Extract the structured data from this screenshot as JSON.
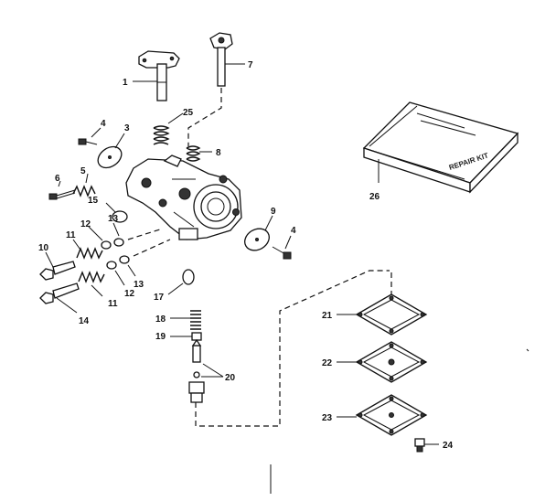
{
  "parts": {
    "p1": "1",
    "p3": "3",
    "p4a": "4",
    "p4b": "4",
    "p5": "5",
    "p6": "6",
    "p7": "7",
    "p8": "8",
    "p9": "9",
    "p10": "10",
    "p11a": "11",
    "p11b": "11",
    "p12a": "12",
    "p12b": "12",
    "p13a": "13",
    "p13b": "13",
    "p14": "14",
    "p15": "15",
    "p17": "17",
    "p18": "18",
    "p19": "19",
    "p20": "20",
    "p21": "21",
    "p22": "22",
    "p23": "23",
    "p24": "24",
    "p25": "25",
    "p26": "26"
  },
  "repair_kit": {
    "text": "REPAIR KIT"
  }
}
